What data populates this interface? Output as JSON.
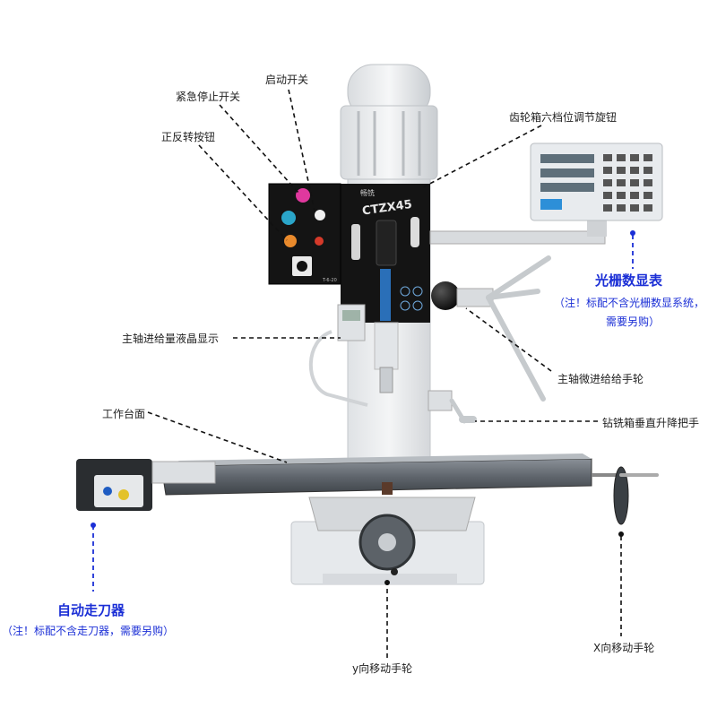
{
  "machine": {
    "model_text": "CTZX45",
    "brand_text": "畅铣",
    "panel_small_text": "T-6-20"
  },
  "labels": {
    "start_switch": "启动开关",
    "emergency_stop": "紧急停止开关",
    "forward_reverse": "正反转按钮",
    "gearbox_knob": "齿轮箱六档位调节旋钮",
    "spindle_lcd": "主轴进给量液晶显示",
    "spindle_fine_feed": "主轴微进给给手轮",
    "worktable": "工作台面",
    "vertical_lift": "钻铣箱垂直升降把手",
    "y_handwheel": "y向移动手轮",
    "x_handwheel": "X向移动手轮"
  },
  "dro_callout": {
    "title": "光栅数显表",
    "note_line1": "（注！标配不含光栅数显系统，",
    "note_line2": "需要另购）"
  },
  "power_feed_callout": {
    "title": "自动走刀器",
    "note": "（注！标配不含走刀器，需要另购）"
  },
  "colors": {
    "callout_blue": "#1b2fd6",
    "panel_black": "#141414",
    "casting_white": "#e9ecef",
    "steel": "#5a5f66",
    "button_pink": "#e0389e",
    "button_teal": "#2aa5c9",
    "button_orange": "#e98a2c"
  }
}
